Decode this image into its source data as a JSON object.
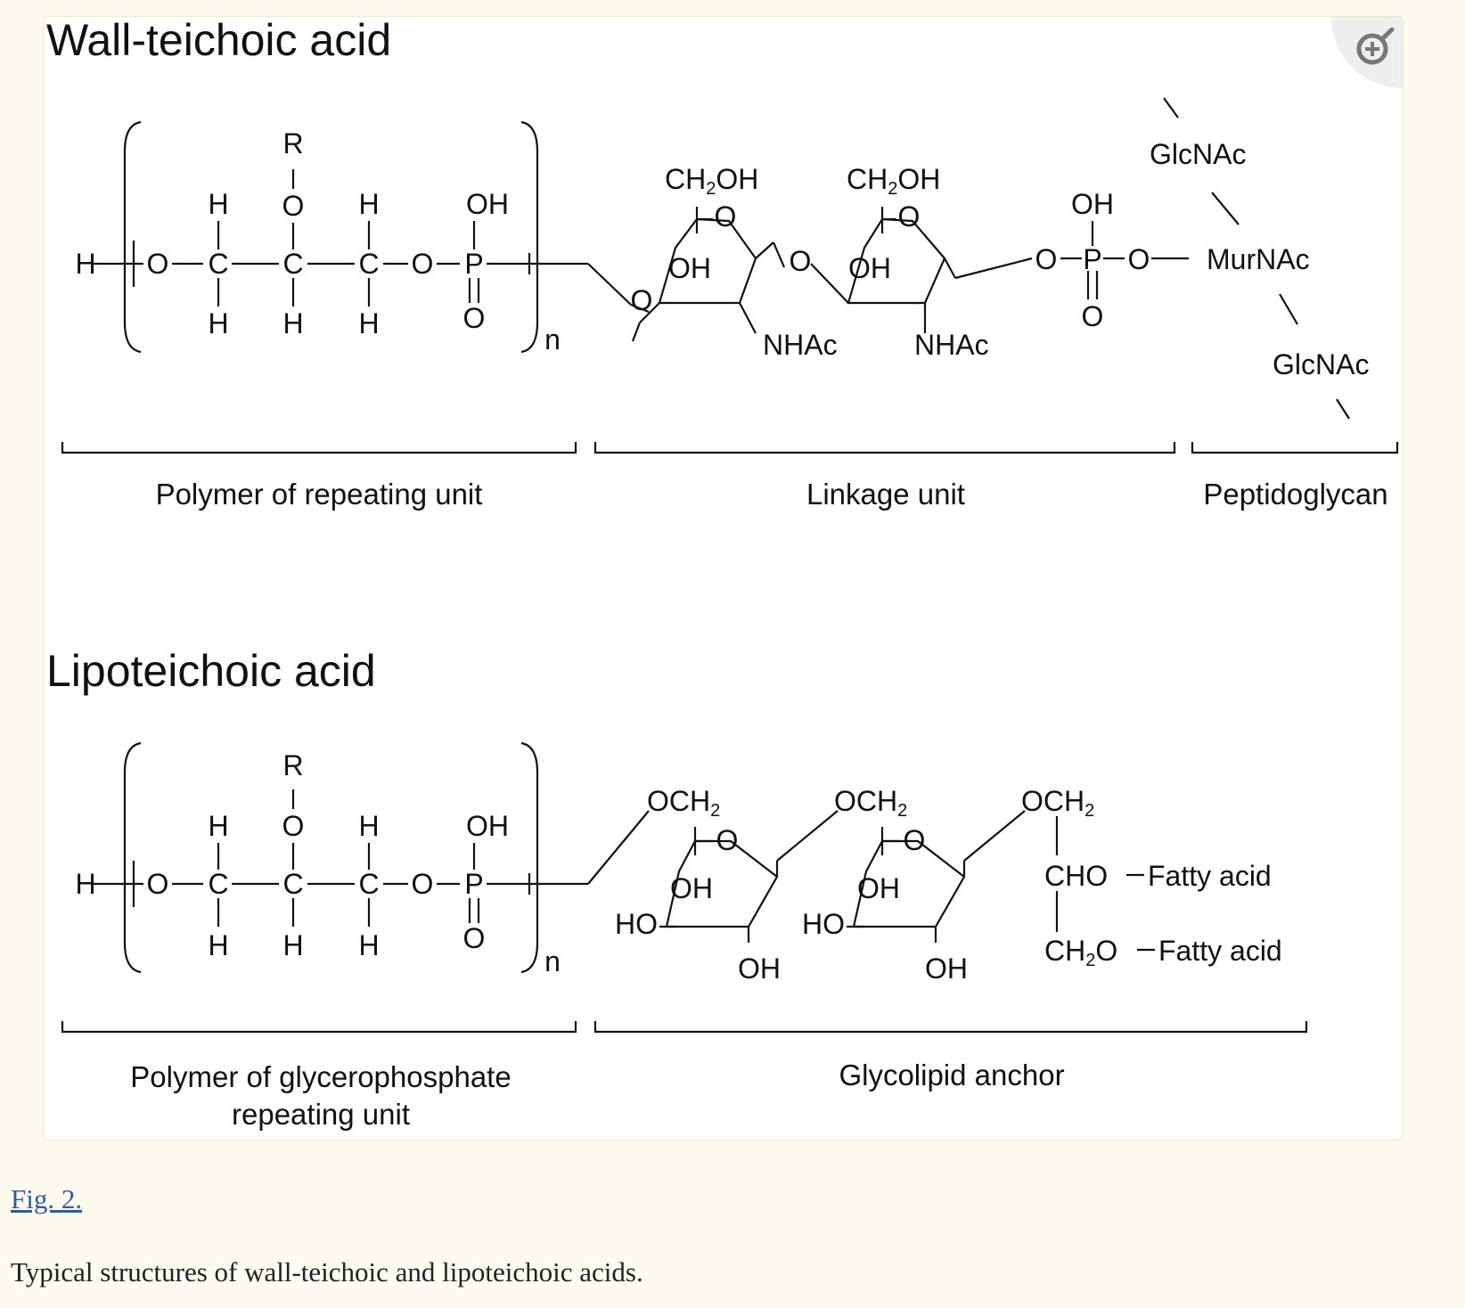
{
  "wta": {
    "title": "Wall-teichoic acid",
    "sections": [
      "Polymer of repeating unit",
      "Linkage unit",
      "Peptidoglycan"
    ],
    "labels": {
      "R": "R",
      "H": "H",
      "O": "O",
      "C": "C",
      "P": "P",
      "OH": "OH",
      "n": "n",
      "ch2oh": "CH",
      "ch2oh_sub": "2",
      "ch2oh_end": "OH",
      "nhac": "NHAc",
      "glcnac": "GlcNAc",
      "murnac": "MurNAc"
    }
  },
  "lta": {
    "title": "Lipoteichoic acid",
    "sections": [
      "Polymer of glycerophosphate",
      "repeating unit",
      "Glycolipid anchor"
    ],
    "labels": {
      "och": "OCH",
      "och_sub": "2",
      "ho": "HO",
      "cho": "CHO",
      "fatty_acid": "Fatty acid",
      "ch2o": "CH",
      "ch2o_sub": "2",
      "ch2o_end": "O"
    }
  },
  "zoom_icon": "zoom-in-icon",
  "figure_link": "Fig. 2.",
  "caption": "Typical structures of wall-teichoic and lipoteichoic acids."
}
